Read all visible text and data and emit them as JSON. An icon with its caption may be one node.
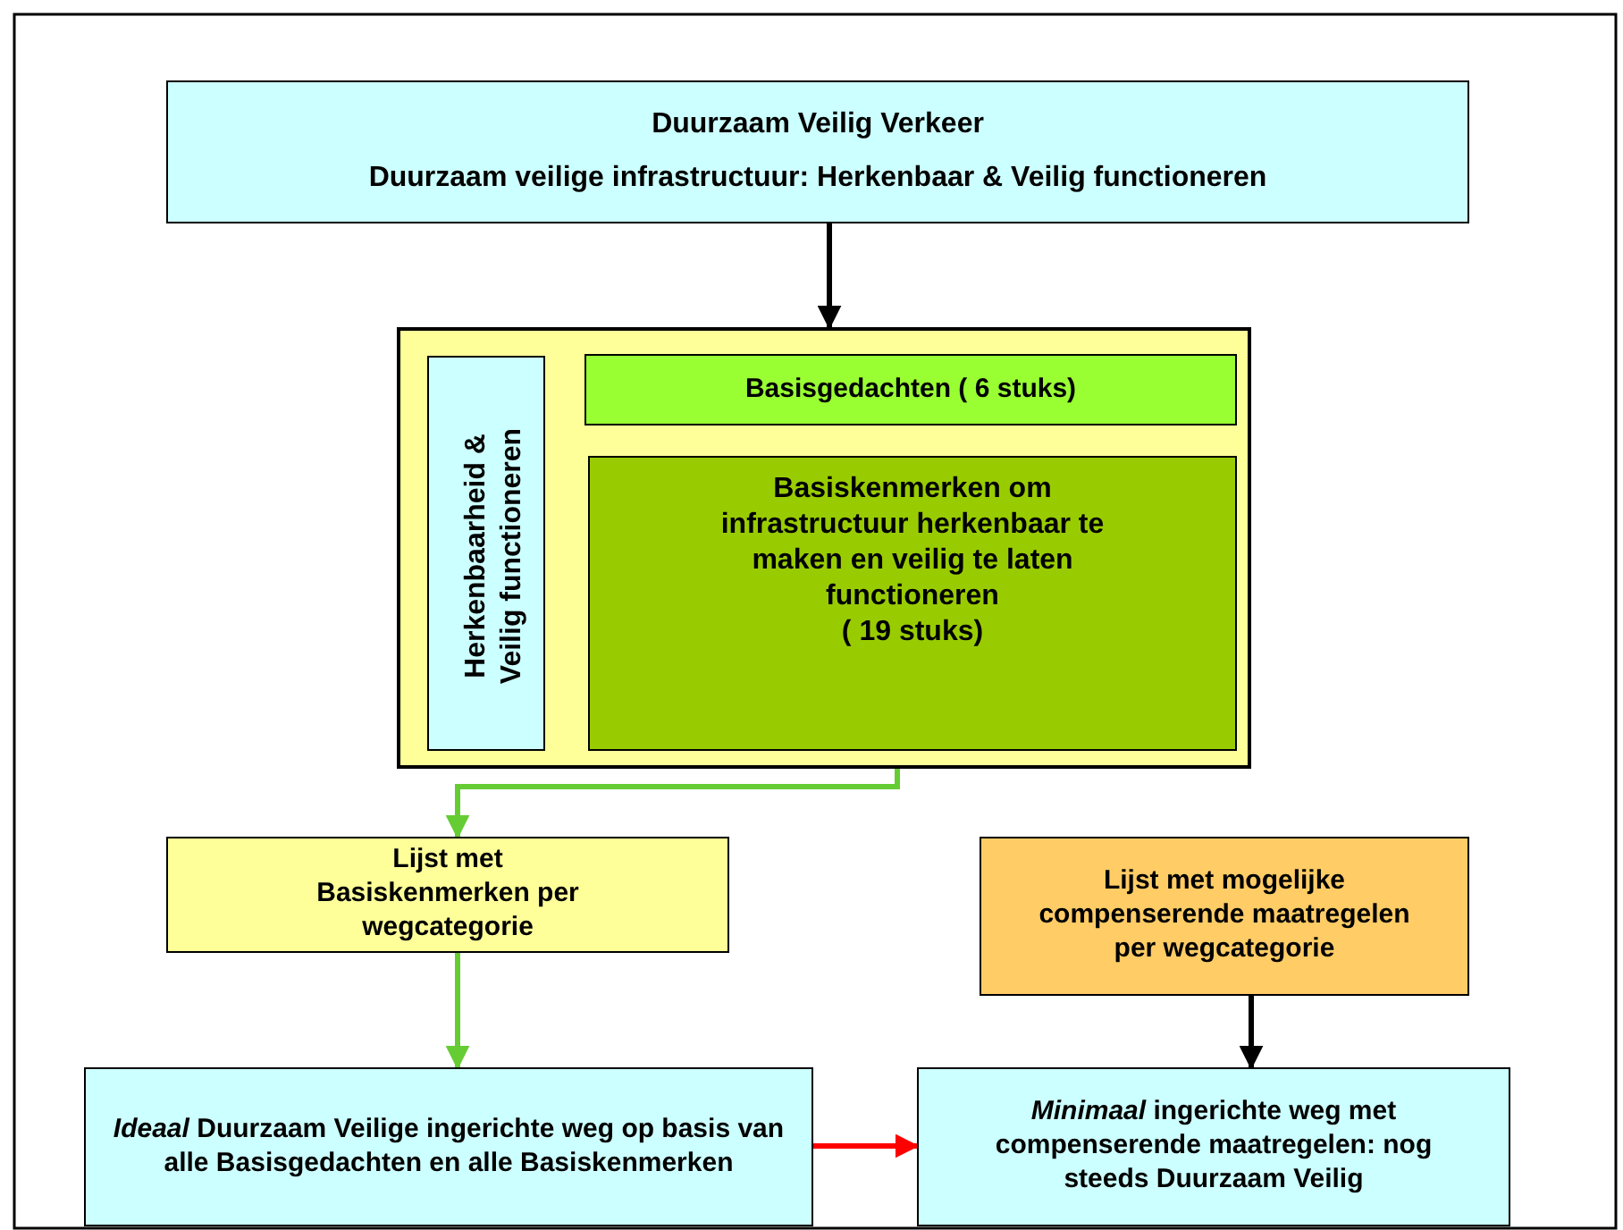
{
  "diagram": {
    "nodes": [
      {
        "text": [
          "Duurzaam Veilig Verkeer",
          "Duurzaam veilige infrastructuur: Herkenbaar & Veilig functioneren"
        ]
      },
      {
        "text": [],
        "shape": "box"
      },
      {
        "text": [
          "Herkenbaarheid & Veilig functioneren"
        ],
        "in": 1
      },
      {
        "text": [
          "Basisgedachten ( 6 stuks)"
        ],
        "in": 1
      },
      {
        "text": [
          "Basiskenmerken om infrastructuur herkenbaar te maken en veilig te laten functioneren",
          "( 19 stuks)"
        ],
        "in": 1
      },
      {
        "text": [
          "Lijst met Basiskenmerken per wegcategorie"
        ]
      },
      {
        "text": [
          "Lijst met mogelijke compenserende maatregelen per wegcategorie"
        ]
      },
      {
        "text": [
          "*Ideaal* Duurzaam Veilige ingerichte weg op basis van alle Basisgedachten en alle Basiskenmerken"
        ]
      },
      {
        "text": [
          "*Minimaal* ingerichte weg met compenserende maatregelen: nog steeds Duurzaam Veilig"
        ]
      }
    ],
    "edges": [
      {
        "from": 0,
        "to": 1,
        "arrow": "to"
      },
      {
        "from": 4,
        "to": 5,
        "arrow": "to",
        "color": "#66cc33"
      },
      {
        "from": 5,
        "to": 7,
        "arrow": "to",
        "color": "#66cc33"
      },
      {
        "from": 6,
        "to": 8,
        "arrow": "to"
      },
      {
        "from": 7,
        "to": 8,
        "arrow": "to",
        "color": "#ff0000"
      }
    ]
  }
}
